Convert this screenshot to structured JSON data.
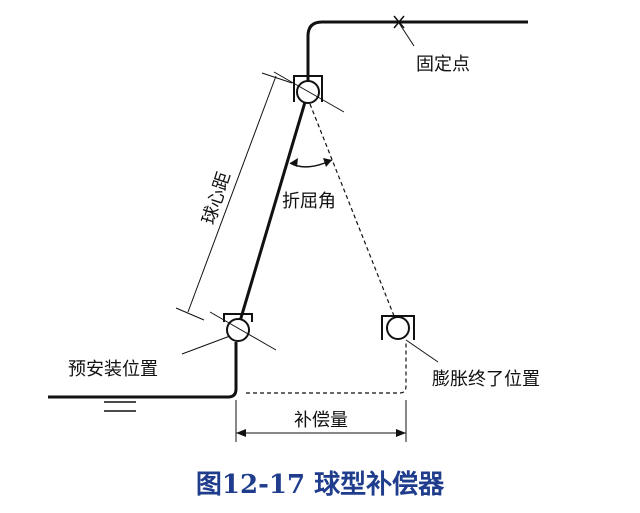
{
  "labels": {
    "fixed_point": "固定点",
    "sphere_distance": "球心距",
    "bend_angle": "折屈角",
    "pre_install": "预安装位置",
    "expansion_end": "膨胀终了位置",
    "compensation": "补偿量"
  },
  "caption": "图12-17  球型补偿器",
  "colors": {
    "line": "#111111",
    "caption": "#1f3d8c"
  }
}
